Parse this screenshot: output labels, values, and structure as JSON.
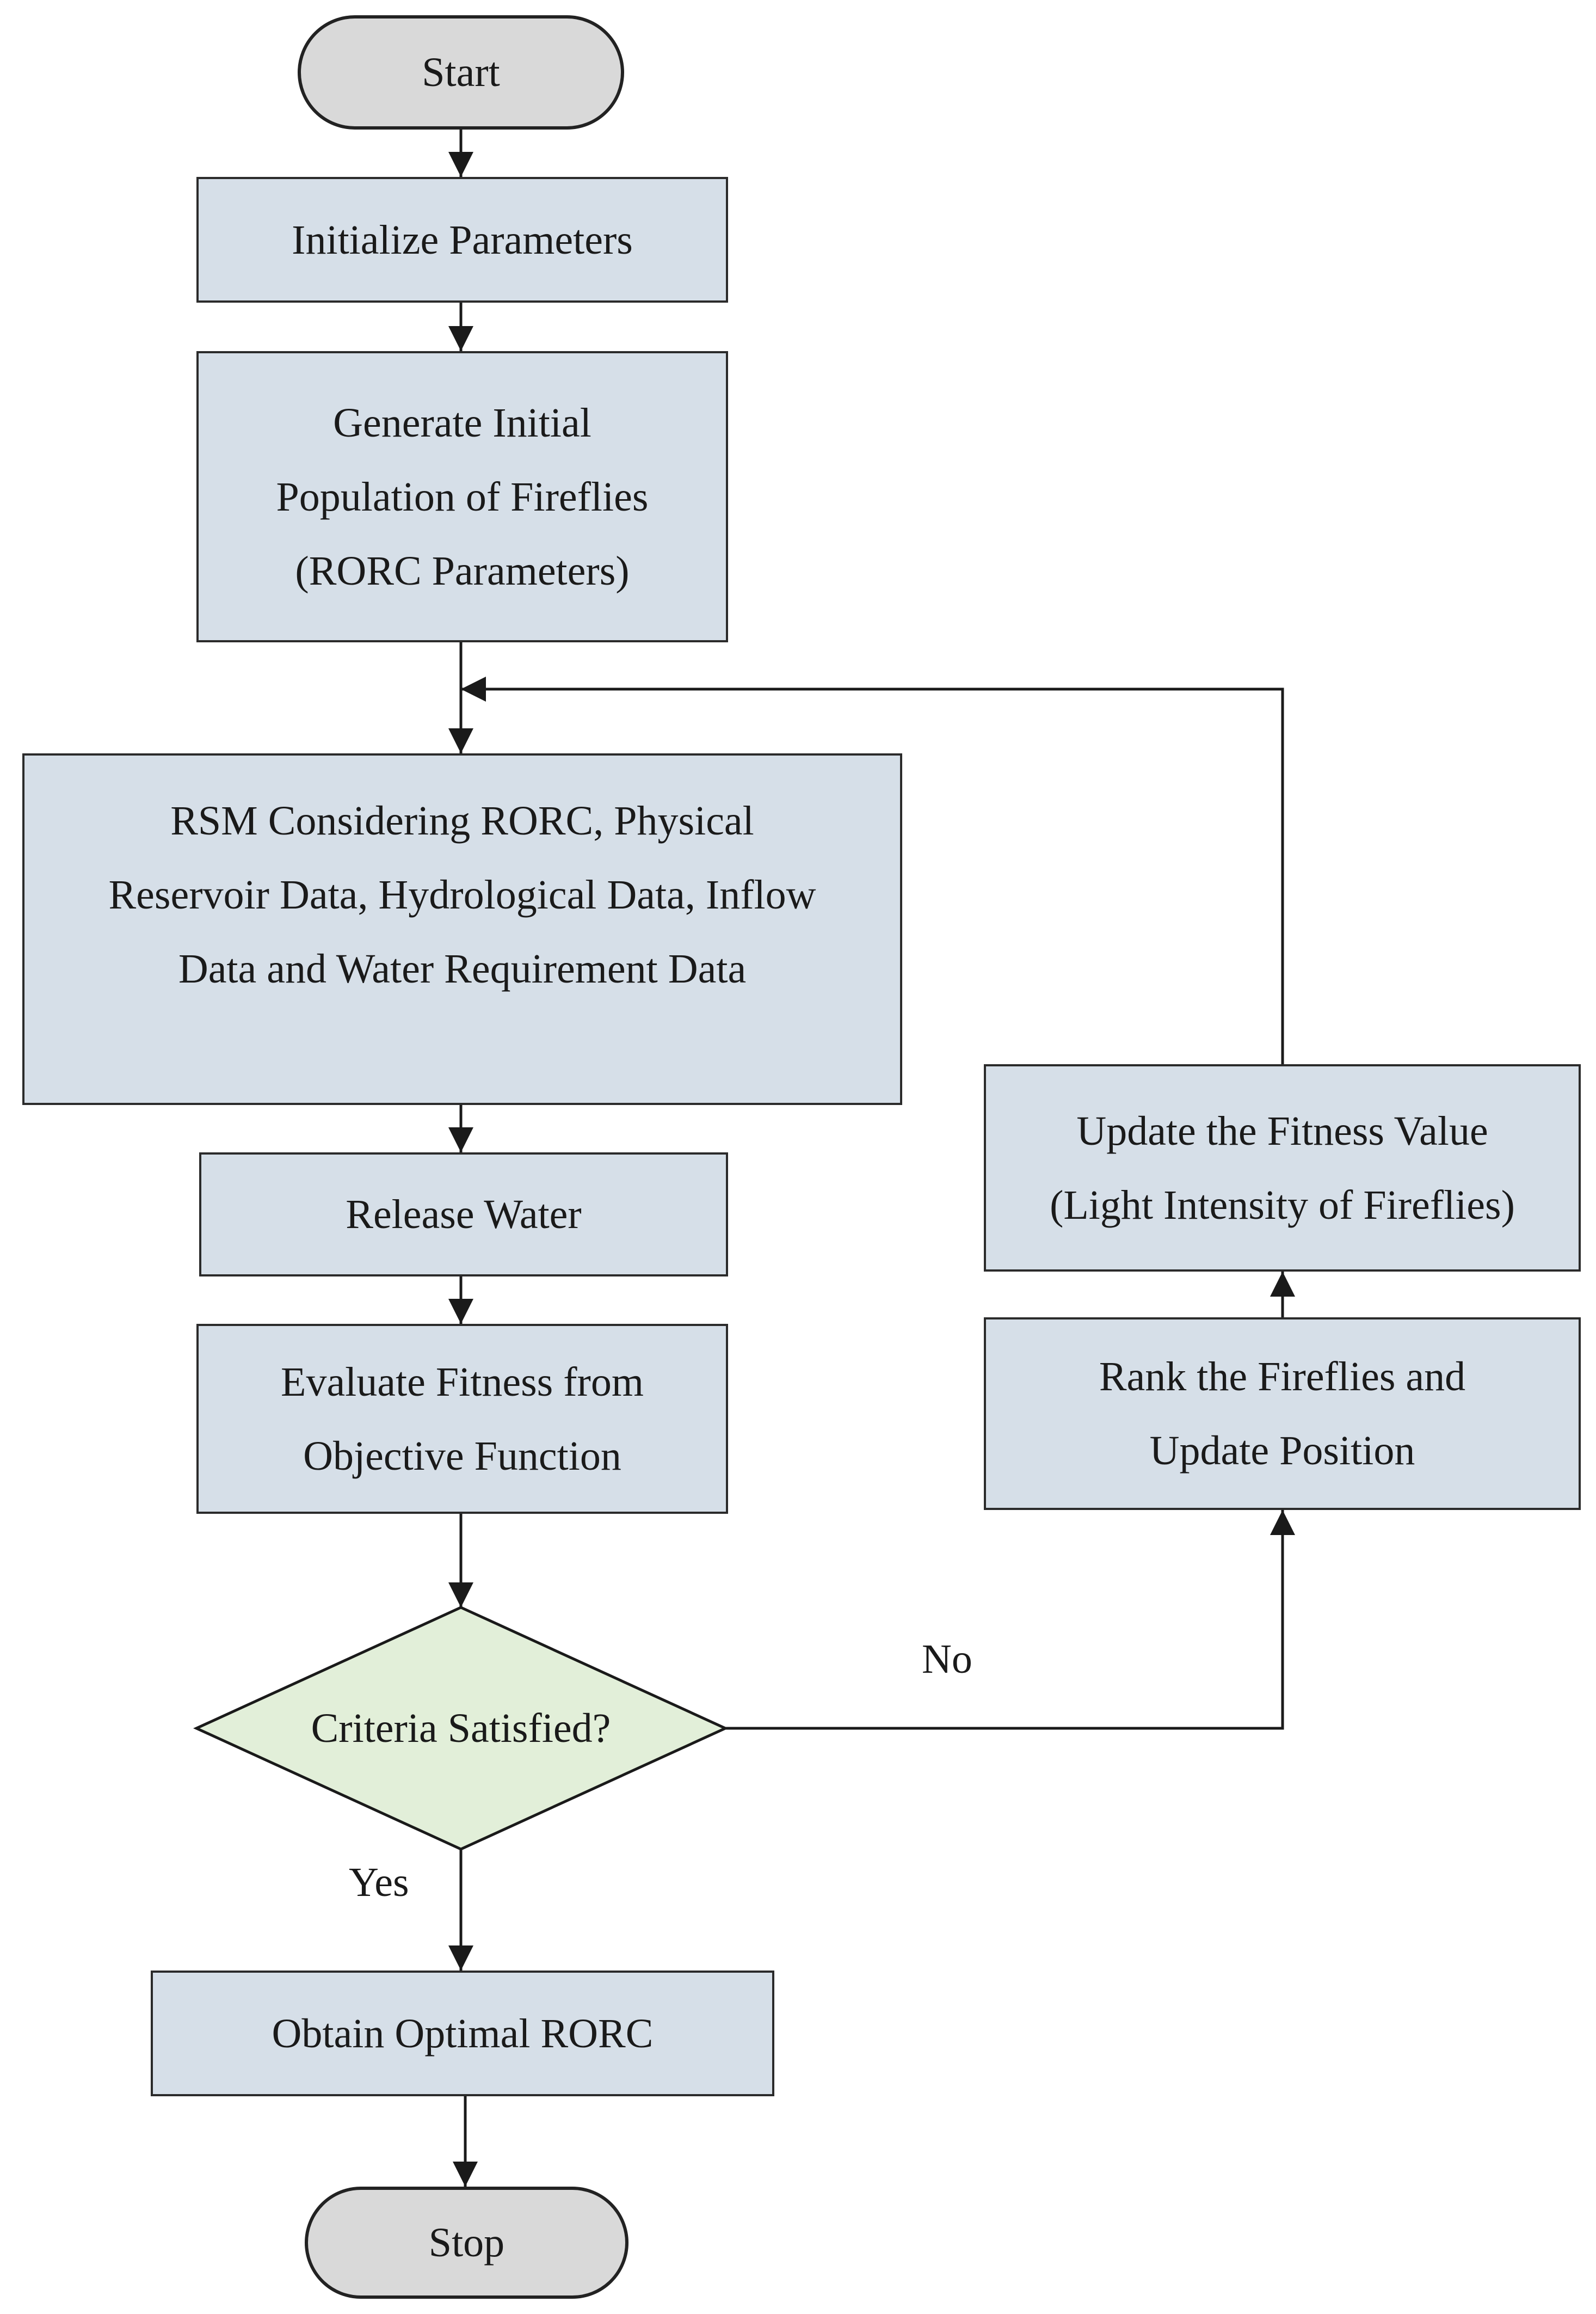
{
  "nodes": {
    "start": {
      "label": "Start"
    },
    "init_params": {
      "label": "Initialize Parameters"
    },
    "generate_pop": {
      "lines": [
        "Generate Initial",
        "Population of Fireflies",
        "(RORC Parameters)"
      ]
    },
    "rsm": {
      "lines": [
        "RSM Considering RORC, Physical",
        "Reservoir Data, Hydrological Data, Inflow",
        "Data and Water Requirement Data"
      ]
    },
    "release_water": {
      "label": "Release Water"
    },
    "evaluate_fitness": {
      "lines": [
        "Evaluate Fitness from",
        "Objective Function"
      ]
    },
    "criteria": {
      "label": "Criteria Satisfied?"
    },
    "rank_fireflies": {
      "lines": [
        "Rank the Fireflies and",
        "Update Position"
      ]
    },
    "update_fitness": {
      "lines": [
        "Update the Fitness Value",
        "(Light Intensity of Fireflies)"
      ]
    },
    "obtain_optimal": {
      "label": "Obtain Optimal RORC"
    },
    "stop": {
      "label": "Stop"
    }
  },
  "edge_labels": {
    "no": "No",
    "yes": "Yes"
  },
  "colors": {
    "process_fill": "#d6dfe8",
    "terminal_fill": "#d9d9d9",
    "decision_fill": "#e2efd9",
    "line": "#1a1a1a"
  }
}
